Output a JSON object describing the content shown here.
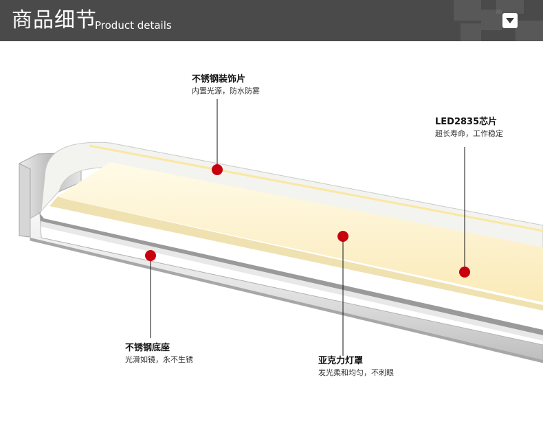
{
  "header": {
    "title_cn": "商品细节",
    "title_en": "Product details"
  },
  "colors": {
    "header_bg": "#4a4a4a",
    "marker": "#c8000e",
    "diffuser": "#fdf0c4",
    "metal": "#dcdcdc"
  },
  "icons": {
    "dropdown": "chevron-down-icon"
  },
  "callouts": [
    {
      "title": "不锈钢装饰片",
      "desc": "内置光源，防水防雾"
    },
    {
      "title": "LED2835芯片",
      "desc": "超长寿命，工作稳定"
    },
    {
      "title": "不锈钢底座",
      "desc": "光滑如镜，永不生锈"
    },
    {
      "title": "亚克力灯罩",
      "desc": "发光柔和均匀，不刺眼"
    }
  ]
}
